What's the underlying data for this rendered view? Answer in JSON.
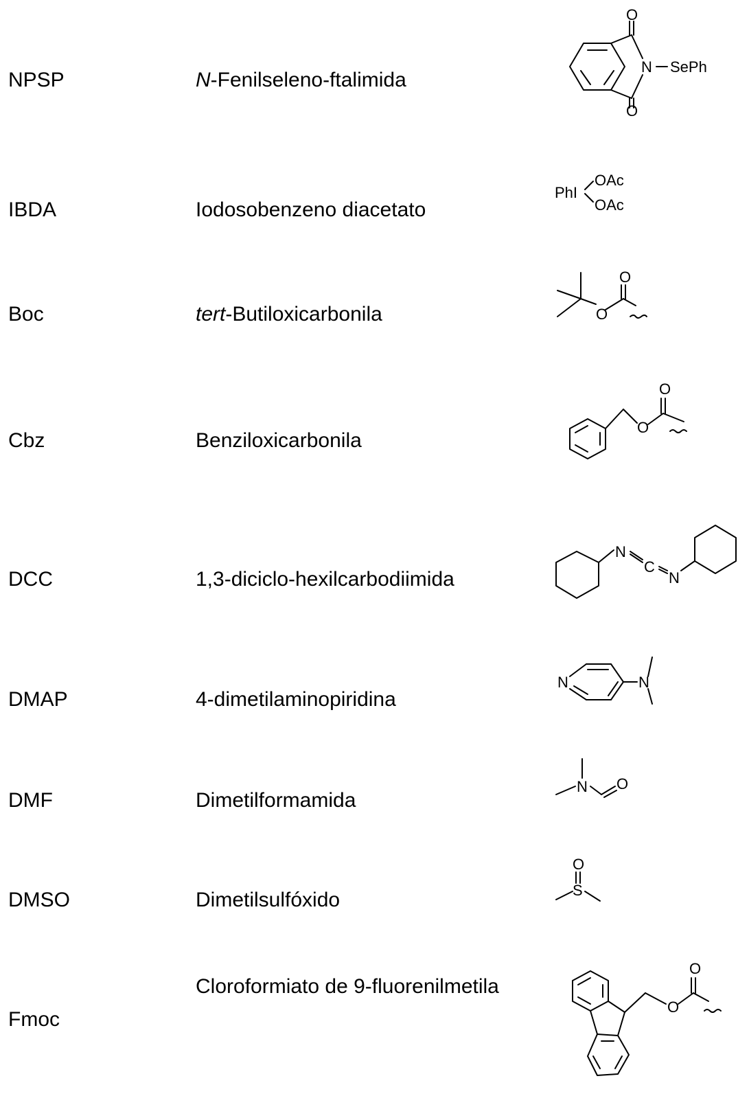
{
  "rows": [
    {
      "abbr": "NPSP",
      "name_prefix": "N",
      "name_rest": "-Fenilseleno-ftalimida",
      "struct_labels": {
        "o_top": "O",
        "o_bottom": "O",
        "n": "N",
        "sub": "SePh"
      }
    },
    {
      "abbr": "IBDA",
      "name": "Iodosobenzeno diacetato",
      "struct_labels": {
        "phi": "PhI",
        "oac1": "OAc",
        "oac2": "OAc"
      }
    },
    {
      "abbr": "Boc",
      "name_prefix": "tert",
      "name_rest": "-Butiloxicarbonila",
      "struct_labels": {
        "o_carbonyl": "O",
        "o_ester": "O"
      }
    },
    {
      "abbr": "Cbz",
      "name": "Benziloxicarbonila",
      "struct_labels": {
        "o_carbonyl": "O",
        "o_ester": "O"
      }
    },
    {
      "abbr": "DCC",
      "name": "1,3-diciclo-hexilcarbodiimida",
      "struct_labels": {
        "n1": "N",
        "c": "C",
        "n2": "N"
      }
    },
    {
      "abbr": "DMAP",
      "name": "4-dimetilaminopiridina",
      "struct_labels": {
        "n_ring": "N",
        "n_amine": "N"
      }
    },
    {
      "abbr": "DMF",
      "name": "Dimetilformamida",
      "struct_labels": {
        "n": "N",
        "o": "O"
      }
    },
    {
      "abbr": "DMSO",
      "name": "Dimetilsulfóxido",
      "struct_labels": {
        "o": "O",
        "s": "S"
      }
    },
    {
      "abbr": "Fmoc",
      "name": "Cloroformiato de 9-fluorenilmetila",
      "struct_labels": {
        "o_carbonyl": "O",
        "o_ester": "O"
      }
    }
  ]
}
